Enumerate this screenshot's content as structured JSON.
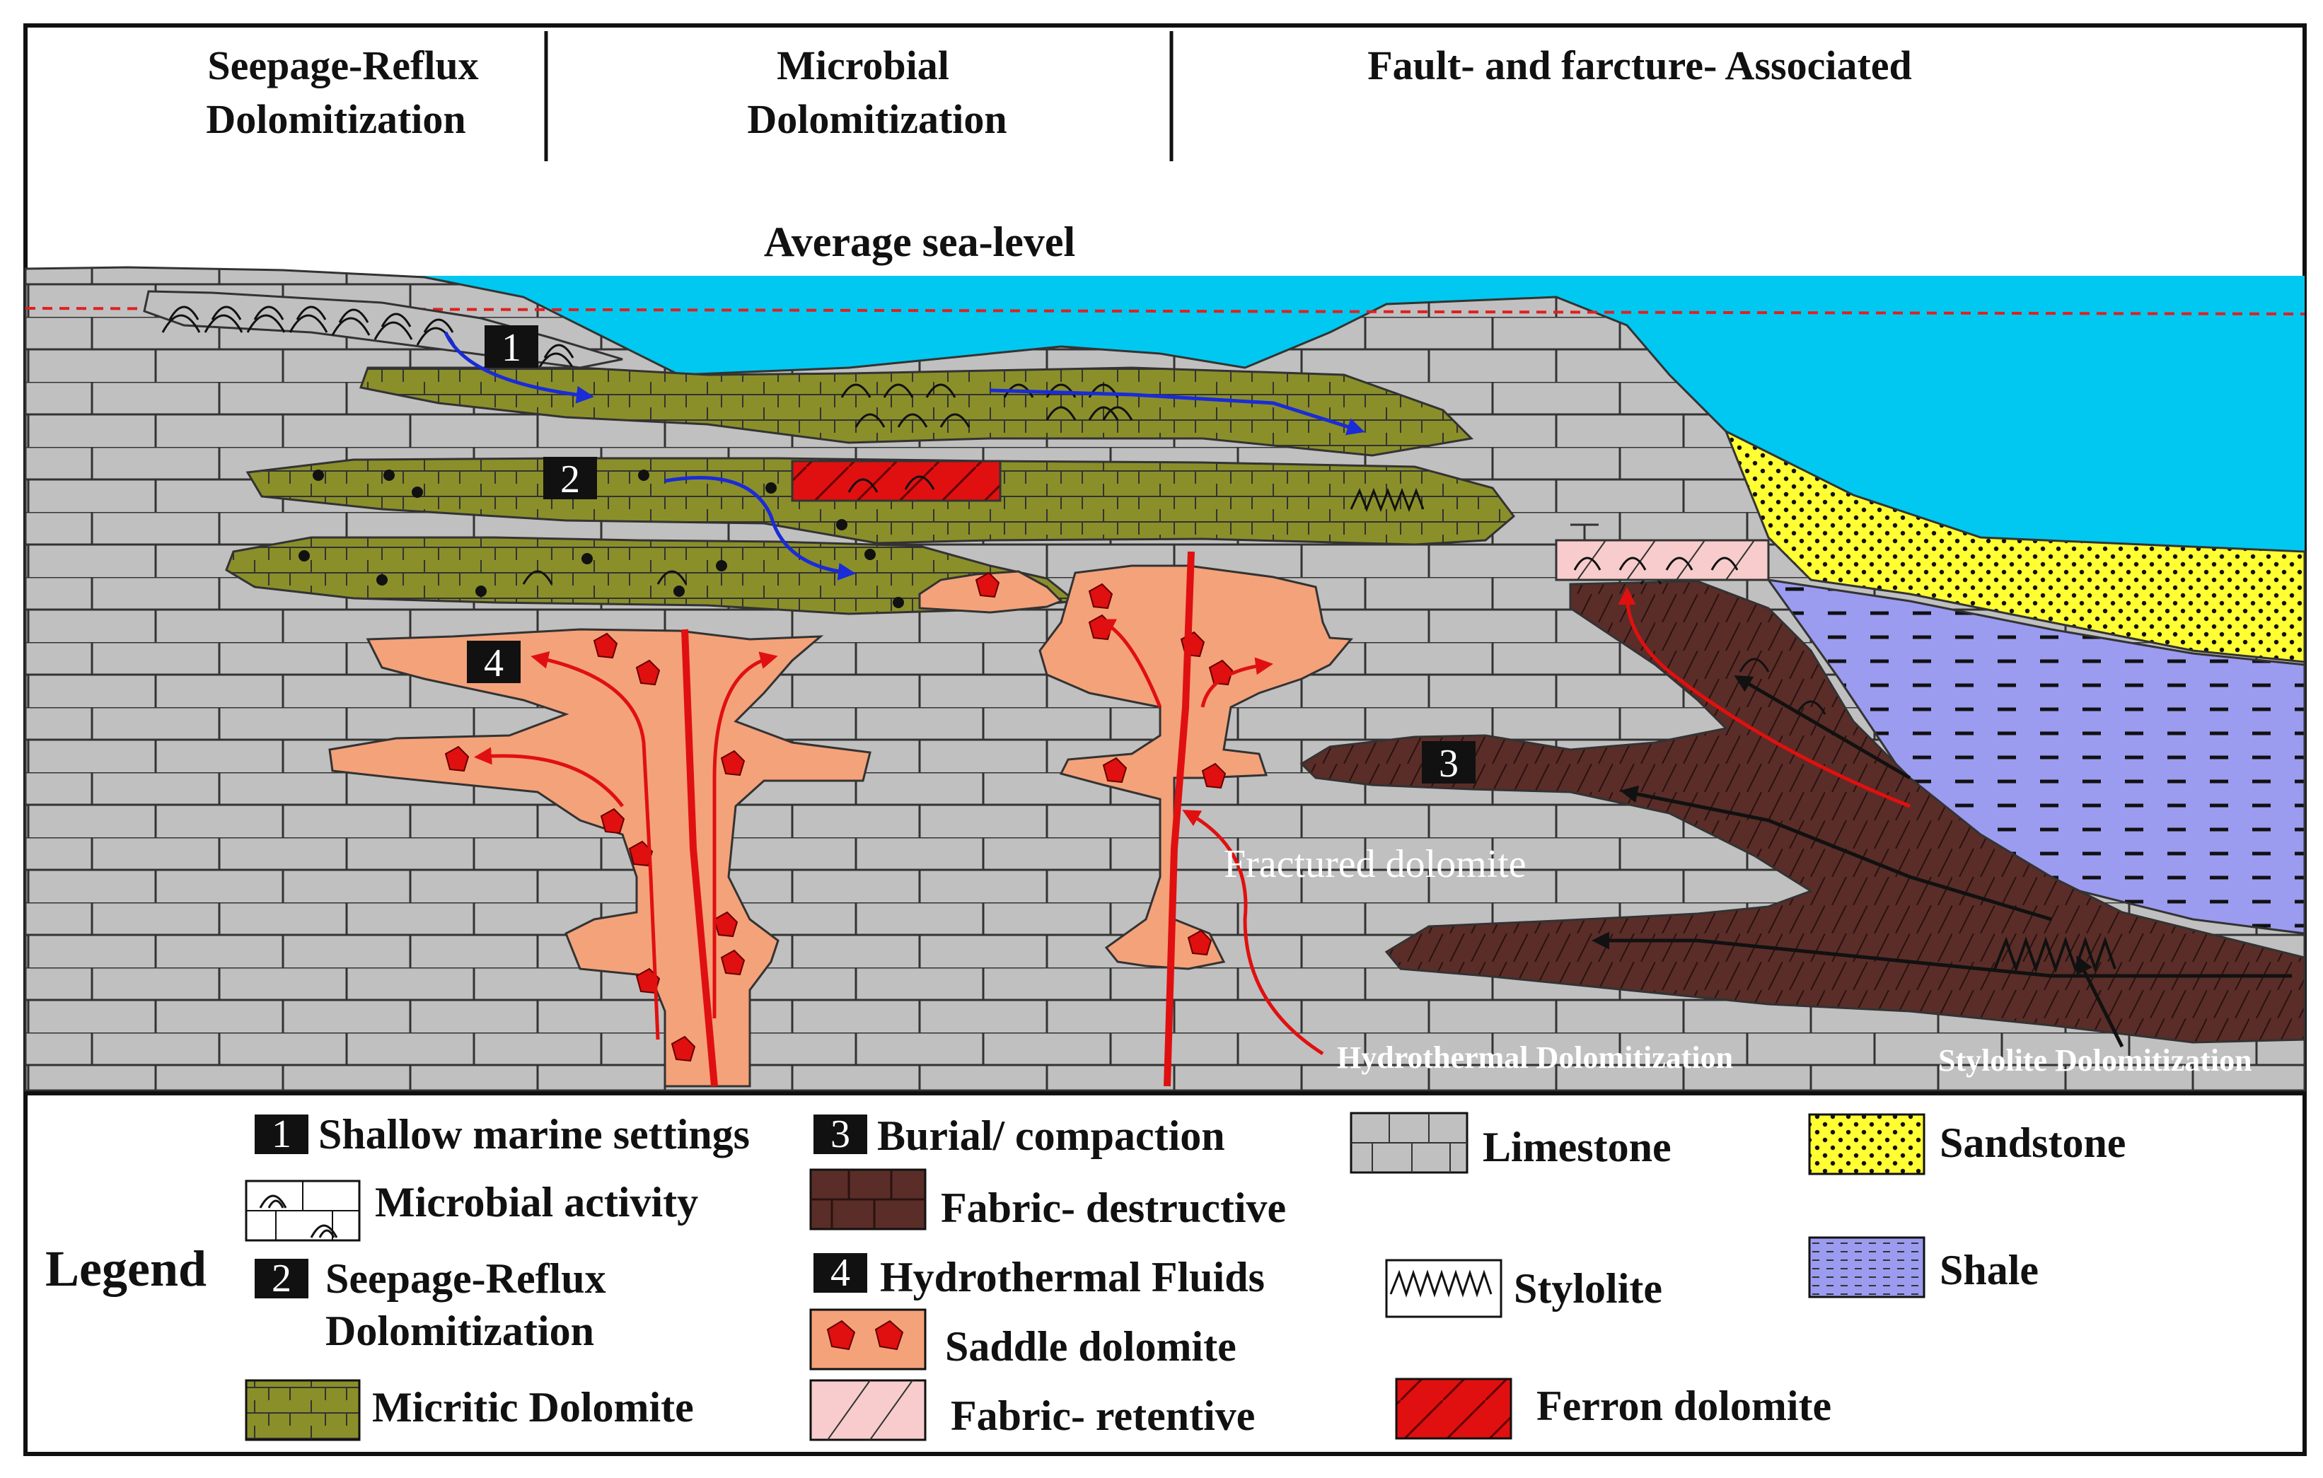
{
  "header": {
    "col1_line1": "Seepage-Reflux",
    "col1_line2": "Dolomitization",
    "col2_line1": "Microbial",
    "col2_line2": "Dolomitization",
    "col3": "Fault- and farcture- Associated"
  },
  "diagram": {
    "sea_level_label": "Average sea-level",
    "markers": [
      "1",
      "2",
      "3",
      "4"
    ],
    "fractured_label": "Fractured dolomite",
    "hydrothermal_label": "Hydrothermal Dolomitization",
    "stylolite_label": "Stylolite Dolomitization"
  },
  "legend": {
    "title": "Legend",
    "items": {
      "shallow_marine": {
        "num": "1",
        "label": "Shallow marine settings"
      },
      "microbial": "Microbial activity",
      "seepage": {
        "num": "2",
        "line1": "Seepage-Reflux",
        "line2": "Dolomitization"
      },
      "micritic": "Micritic Dolomite",
      "burial": {
        "num": "3",
        "label": "Burial/ compaction"
      },
      "fabric_destructive": "Fabric- destructive",
      "hydrothermal": {
        "num": "4",
        "label": "Hydrothermal Fluids"
      },
      "saddle": "Saddle dolomite",
      "fabric_retentive": "Fabric- retentive",
      "limestone": "Limestone",
      "stylolite": "Stylolite",
      "ferron": "Ferron dolomite",
      "sandstone": "Sandstone",
      "shale": "Shale"
    }
  },
  "colors": {
    "limestone": "#c0c0c0",
    "sea": "#00c8f0",
    "micritic": "#8a8f2a",
    "saddle": "#f4a27a",
    "burial": "#5a2d28",
    "sandstone": "#ffff33",
    "shale": "#9b9bf0",
    "ferron": "#e01010",
    "retentive": "#f8cccc"
  }
}
